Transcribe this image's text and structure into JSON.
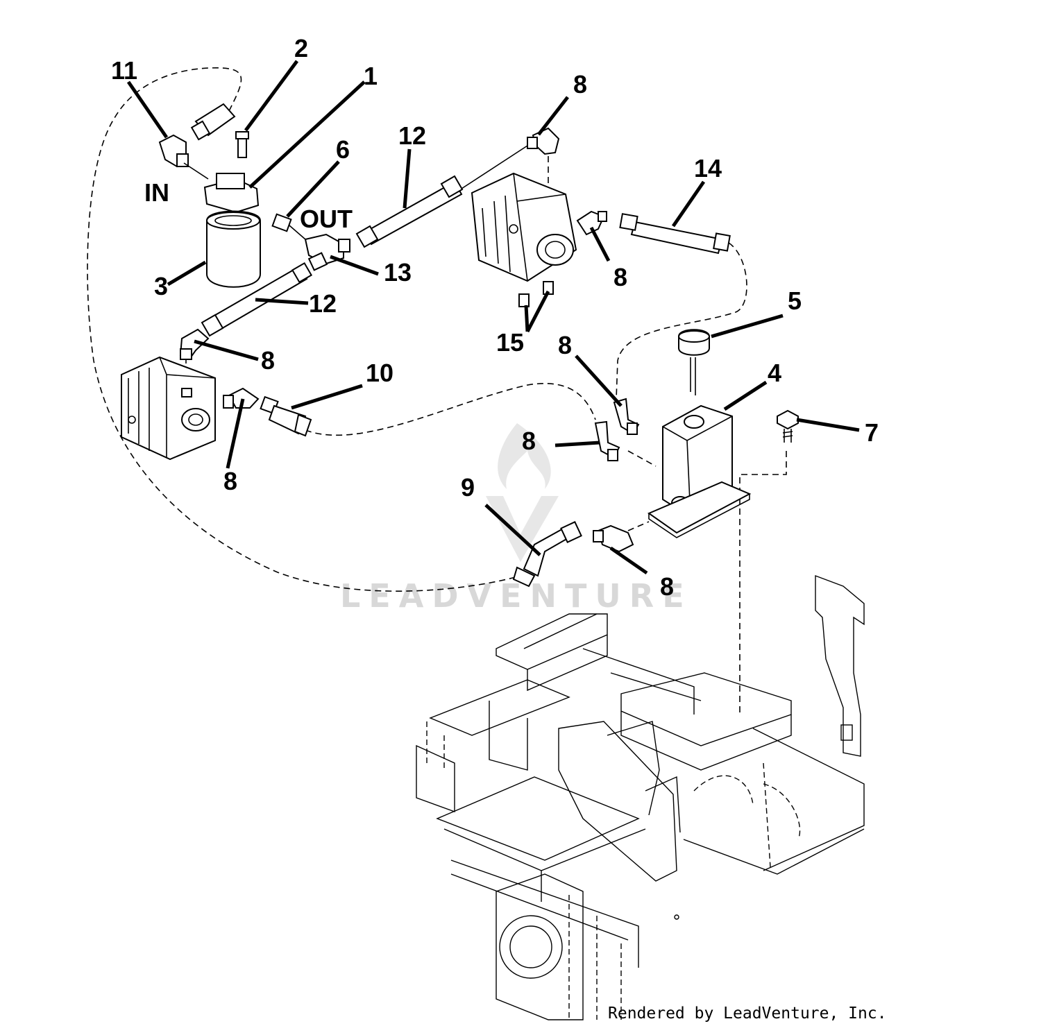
{
  "diagram": {
    "callouts": [
      "1",
      "2",
      "3",
      "4",
      "5",
      "6",
      "7",
      "8",
      "9",
      "10",
      "11",
      "12",
      "13",
      "14",
      "15"
    ],
    "labels": {
      "c1": "1",
      "c2": "2",
      "c3": "3",
      "c4": "4",
      "c5": "5",
      "c6": "6",
      "c7": "7",
      "c8": "8",
      "c9": "9",
      "c10": "10",
      "c11": "11",
      "c12": "12",
      "c13": "13",
      "c14": "14",
      "c15": "15"
    },
    "port_in": "IN",
    "port_out": "OUT"
  },
  "watermark": "LEADVENTURE",
  "credit": "Rendered by LeadVenture, Inc."
}
